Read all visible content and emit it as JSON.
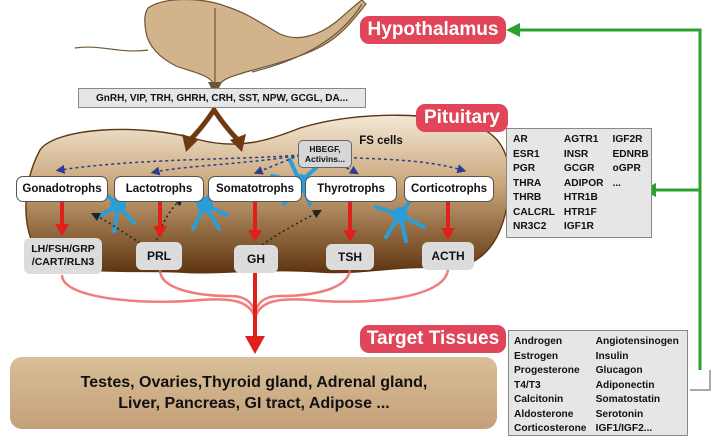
{
  "hypothalamus": {
    "title": "Hypothalamus"
  },
  "hypothalamic_factors": "GnRH, VIP, TRH, GHRH, CRH, SST, NPW, GCGL, DA...",
  "pituitary": {
    "title": "Pituitary",
    "fs_cells_label": "FS cells",
    "fs_factors": [
      "HBEGF,",
      "Activins..."
    ],
    "cell_types": [
      "Gonadotrophs",
      "Lactotrophs",
      "Somatotrophs",
      "Thyrotrophs",
      "Corticotrophs"
    ],
    "hormones": [
      [
        "LH/FSH/GRP",
        "/CART/RLN3"
      ],
      [
        "PRL"
      ],
      [
        "GH"
      ],
      [
        "TSH"
      ],
      [
        "ACTH"
      ]
    ]
  },
  "pituitary_receptors": [
    "AR",
    "AGTR1",
    "IGF2R",
    "ESR1",
    "INSR",
    "EDNRB",
    "PGR",
    "GCGR",
    "oGPR",
    "THRA",
    "ADIPOR",
    "...",
    "THRB",
    "HTR1B",
    "",
    "CALCRL",
    "HTR1F",
    "",
    "NR3C2",
    "IGF1R",
    ""
  ],
  "target_tissues": {
    "title": "Target Tissues",
    "organs_line1": "Testes, Ovaries,Thyroid gland, Adrenal gland,",
    "organs_line2": "Liver, Pancreas, GI tract, Adipose ...",
    "feedback_hormones": [
      "Androgen",
      "Angiotensinogen",
      "Estrogen",
      "Insulin",
      "Progesterone",
      "Glucagon",
      "T4/T3",
      "Adiponectin",
      "Calcitonin",
      "Somatostatin",
      "Aldosterone",
      "Serotonin",
      "Corticosterone",
      "IGF1/IGF2..."
    ]
  },
  "colors": {
    "brain_tan": "#d2b48c",
    "pituitary_gradient_top": "#e9d9bf",
    "pituitary_gradient_bottom": "#6b3d14",
    "feedback_green": "#2ca02c",
    "stimulus_red": "#e0201a",
    "label_red": "#e0455a",
    "fs_cell_blue": "#2b9ed8"
  }
}
